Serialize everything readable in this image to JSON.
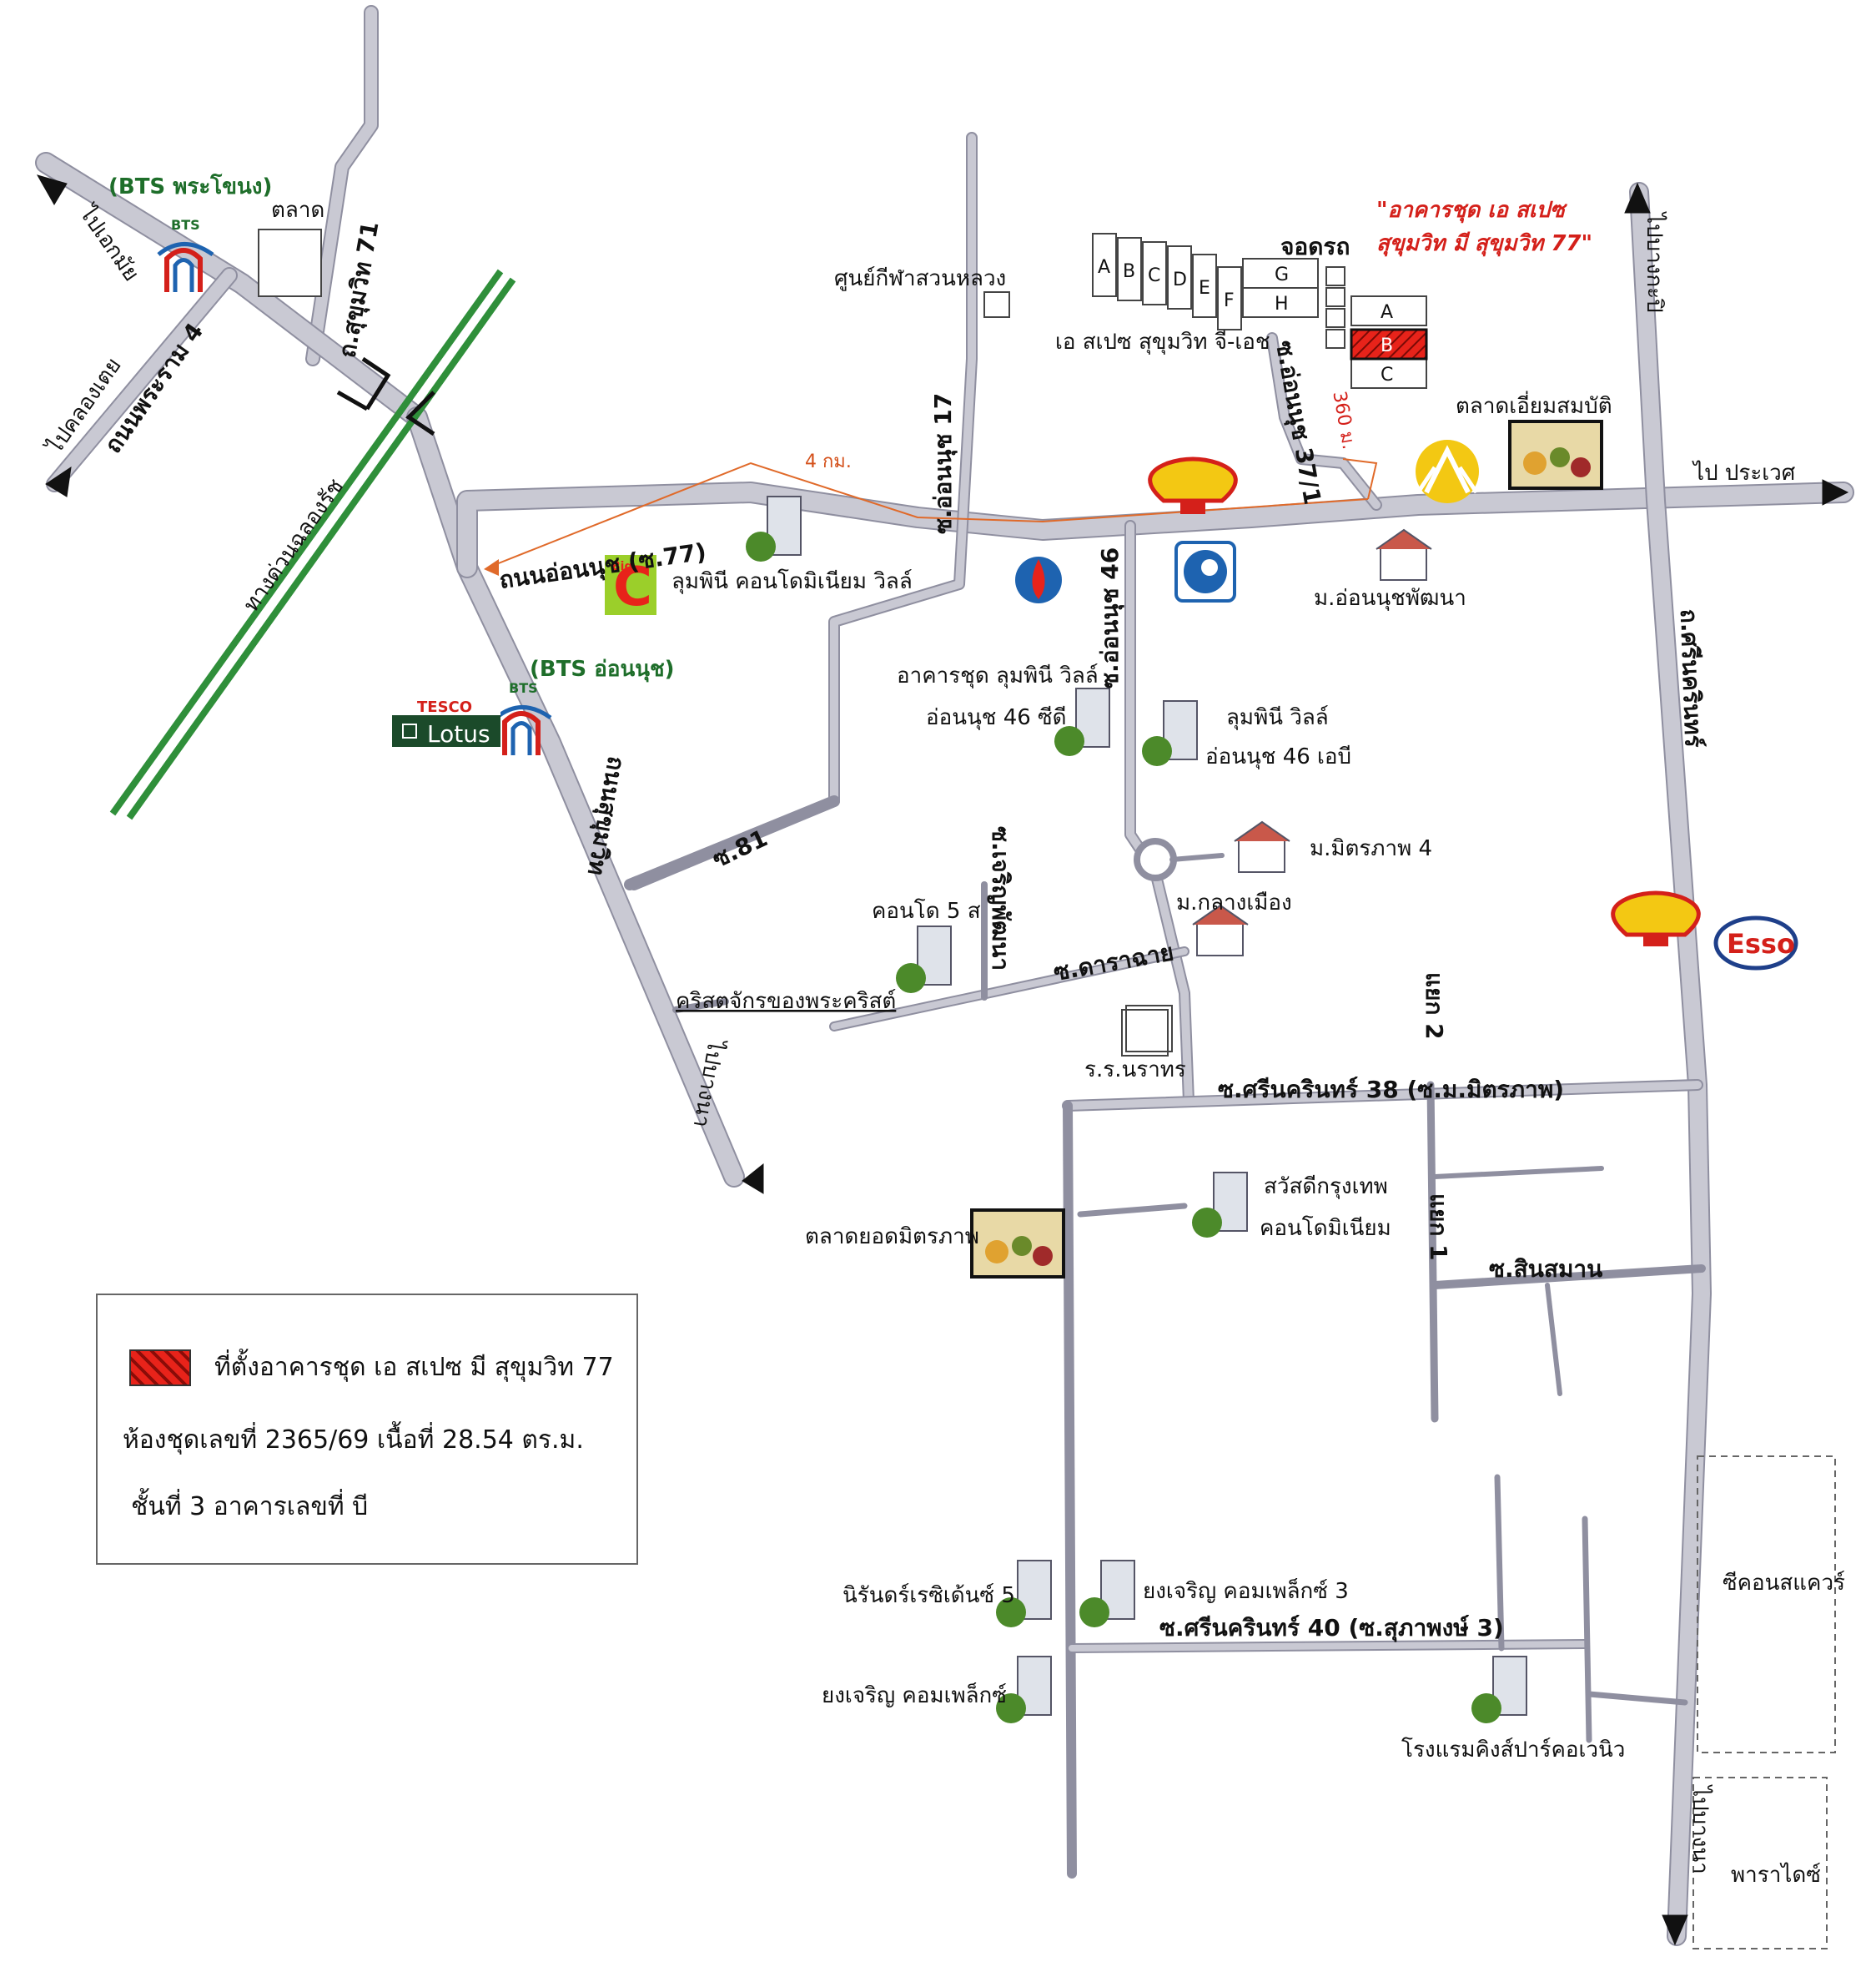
{
  "title_note": {
    "line1": "\"อาคารชุด เอ สเปซ",
    "line2": "สุขุมวิท มี สุขุมวิท 77\"",
    "color": "#d4201a"
  },
  "legend": {
    "line1": "ที่ตั้งอาคารชุด เอ สเปซ มี สุขุมวิท 77",
    "line2": "ห้องชุดเลขที่ 2365/69 เนื้อที่ 28.54 ตร.ม.",
    "line3": "ชั้นที่ 3 อาคารเลขที่ บี",
    "swatch_color": "#e8231a"
  },
  "bts": {
    "phrakhanong": "(BTS พระโขนง)",
    "onnut": "(BTS อ่อนนุช)",
    "color": "#1e6e2a",
    "logo_text": "BTS"
  },
  "brands": {
    "bigc": "Big",
    "bigc_letter": "C",
    "tesco": "TESCO",
    "lotus": "Lotus",
    "esso": "Esso"
  },
  "roads": {
    "sukhumvit71": "ถ.สุขุมวิท 71",
    "rama4": "ถนนพระราม 4",
    "expressway": "ทางด่วนฉลองรัช",
    "onnut_road": "ถนนอ่อนนุช (ซ.77)",
    "sukhumvit_main": "ถนนสุขุมวิท",
    "soi81": "ซ.81",
    "onnut17": "ซ.อ่อนนุช 17",
    "onnut46": "ซ.อ่อนนุช 46",
    "onnut37": "ซ.อ่อนนุช 37/1",
    "srinakarin": "ถ.ศรีนครินทร์",
    "soi_charoenphatthana": "ซ.เจริญพัฒนา",
    "soi_darachai": "ซ.ดาราฉาย",
    "srinakarin38": "ซ.ศรีนครินทร์ 38 (ซ.ม.มิตรภาพ)",
    "yaek2": "แยก 2",
    "yaek1": "แยก 1",
    "soi_sinsaman": "ซ.สินสมาน",
    "srinakarin40": "ซ.ศรีนครินทร์ 40 (ซ.สุภาพงษ์ 3)"
  },
  "directions": {
    "to_ekkamai": "ไปเอกมัย",
    "to_khlongtoei": "ไปคลองเตย",
    "to_bangkapi": "ไปบางกะปิ",
    "to_samutprakan": "ไป ประเวศ",
    "to_bangna_left": "ไปบางนา",
    "to_bangna_right": "ไปบางนา"
  },
  "distances": {
    "four_km": "4 กม.",
    "three_sixty_m": "360 ม."
  },
  "places": {
    "market": "ตลาด",
    "sports_center": "ศูนย์กีฬาสวนหลวง",
    "aspace_gh": "เอ สเปซ สุขุมวิท จี-เอช",
    "parking": "จอดรถ",
    "taladiam": "ตลาดเอี่ยมสมบัติ",
    "lumpini_villa": "ลุมพินี คอนโดมิเนียม วิลล์",
    "lumpini_46cd_1": "อาคารชุด ลุมพินี วิลล์",
    "lumpini_46cd_2": "อ่อนนุช 46 ซีดี",
    "lumpini_46ab_1": "ลุมพินี วิลล์",
    "lumpini_46ab_2": "อ่อนนุช 46 เอบี",
    "onnut_phatthana": "ม.อ่อนนุชพัฒนา",
    "mittraphap4": "ม.มิตรภาพ 4",
    "klangmuang": "ม.กลางเมือง",
    "condo5s": "คอนโด 5 ส",
    "church": "คริสตจักรของพระคริสต์",
    "school": "ร.ร.นราทร",
    "sawasdee_1": "สวัสดีกรุงเทพ",
    "sawasdee_2": "คอนโดมิเนียม",
    "yod_market": "ตลาดยอดมิตรภาพ",
    "nirun5": "นิรันดร์เรซิเด้นซ์ 5",
    "yongcharoen3": "ยงเจริญ คอมเพล็กซ์ 3",
    "yongcharoen": "ยงเจริญ คอมเพล็กซ์",
    "kingspark": "โรงแรมคิงส์ปาร์คอเวนิว",
    "seacon": "ซีคอนสแควร์",
    "paradise": "พาราไดซ์"
  },
  "buildings": [
    "A",
    "B",
    "C",
    "D",
    "E",
    "F",
    "G",
    "H",
    "A",
    "B",
    "C"
  ]
}
